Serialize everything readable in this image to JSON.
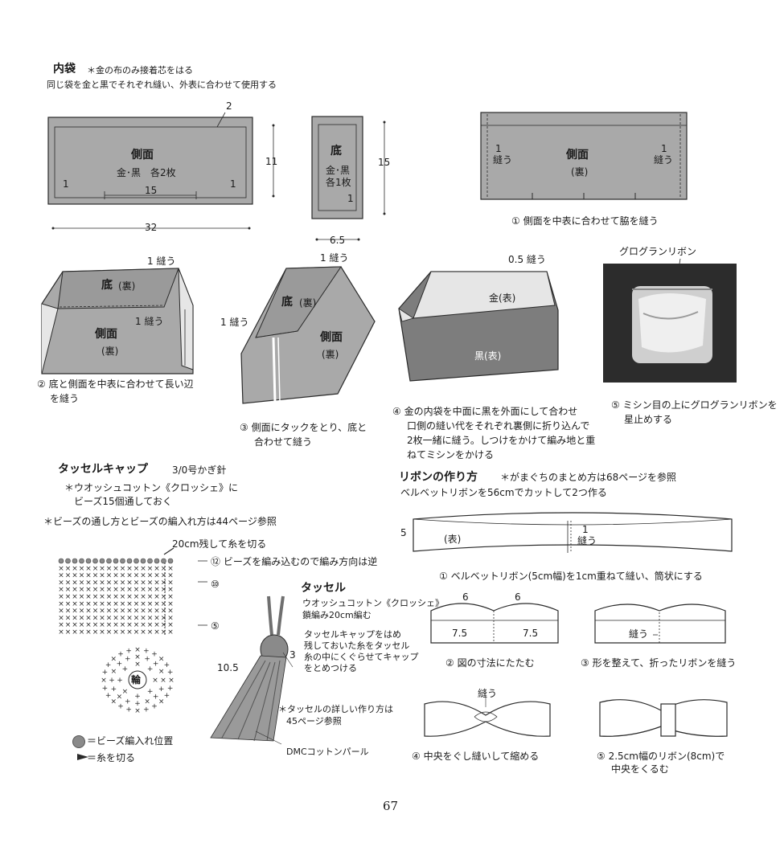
{
  "colors": {
    "fabric": "#a9a9a9",
    "fabric_dark": "#7d7d7d",
    "line": "#2a2a2a",
    "light": "#e6e6e6"
  },
  "inner_bag": {
    "title": "内袋",
    "note1": "＊金の布のみ接着芯をはる",
    "note2": "同じ袋を金と黒でそれぞれ縫い、外表に合わせて使用する",
    "side_panel": {
      "label": "側面",
      "sub": "金･黒　各2枚",
      "seam_top": "2",
      "seam_left": "1",
      "seam_right": "1",
      "inner_width": "15",
      "height": "11",
      "width": "32"
    },
    "bottom_panel": {
      "label": "底",
      "sub1": "金･黒",
      "sub2": "各1枚",
      "seam": "1",
      "height": "15",
      "width": "6.5"
    },
    "step1": {
      "label": "側面",
      "sub": "(裏)",
      "seam_left": "1",
      "seam_left_text": "縫う",
      "seam_right": "1",
      "seam_right_text": "縫う",
      "caption": "① 側面を中表に合わせて脇を縫う"
    },
    "step2": {
      "top_label": "1 縫う",
      "bottom_label": "底",
      "bottom_sub": "(裏)",
      "side_label": "側面",
      "side_sub": "(裏)",
      "mid_label": "1 縫う",
      "caption1": "② 底と側面を中表に合わせて長い辺",
      "caption2": "を縫う"
    },
    "step3": {
      "top_label": "1 縫う",
      "left_label": "1 縫う",
      "bottom_label": "底",
      "bottom_sub": "(裏)",
      "side_label": "側面",
      "side_sub": "(裏)",
      "caption1": "③ 側面にタックをとり、底と",
      "caption2": "合わせて縫う"
    },
    "step4": {
      "top_label": "0.5 縫う",
      "gold": "金(表)",
      "black": "黒(表)",
      "caption1": "④ 金の内袋を中面に黒を外面にして合わせ",
      "caption2": "口側の縫い代をそれぞれ裏側に折り込んで",
      "caption3": "2枚一緒に縫う。しつけをかけて編み地と重",
      "caption4": "ねてミシンをかける"
    },
    "step5": {
      "photo_label": "グログランリボン",
      "caption1": "⑤ ミシン目の上にグログランリボンを",
      "caption2": "星止めする"
    }
  },
  "tassel_cap": {
    "title": "タッセルキャップ",
    "hook": "3/0号かぎ針",
    "note1": "＊ウオッシュコットン《クロッシェ》に",
    "note2": "ビーズ15個通しておく",
    "note3": "＊ビーズの通し方とビーズの編入れ方は44ページ参照",
    "cut_note": "20cm残して糸を切る",
    "row12": "⑫ ビーズを編み込むので編み方向は逆",
    "row10": "⑩",
    "row5": "⑤",
    "ring": "輪",
    "legend_bead": "＝ビーズ編入れ位置",
    "legend_cut": "＝糸を切る"
  },
  "tassel": {
    "title": "タッセル",
    "note1": "ウオッシュコットン《クロッシェ》",
    "note2": "鎖編み20cm編む",
    "note3": "タッセルキャップをはめ",
    "note4": "残しておいた糸をタッセル",
    "note5": "糸の中にくぐらせてキャップ",
    "note6": "をとめつける",
    "len": "10.5",
    "cap_len": "3",
    "note7": "＊タッセルの詳しい作り方は",
    "note8": "45ページ参照",
    "thread": "DMCコットンパール"
  },
  "ribbon": {
    "title": "リボンの作り方",
    "note1": "＊がまぐちのまとめ方は68ページを参照",
    "note2": "ベルベットリボンを56cmでカットして2つ作る",
    "width": "5",
    "face": "(表)",
    "seam": "1",
    "seam_text": "縫う",
    "step1": "① ベルベットリボン(5cm幅)を1cm重ねて縫い、筒状にする",
    "fold_top_l": "6",
    "fold_top_r": "6",
    "fold_side_l": "7.5",
    "fold_side_r": "7.5",
    "step2": "② 図の寸法にたたむ",
    "step3_label": "縫う",
    "step3": "③ 形を整えて、折ったリボンを縫う",
    "step4_label": "縫う",
    "step4": "④ 中央をぐし縫いして縮める",
    "step5a": "⑤ 2.5cm幅のリボン(8cm)で",
    "step5b": "中央をくるむ"
  },
  "page_number": "67"
}
